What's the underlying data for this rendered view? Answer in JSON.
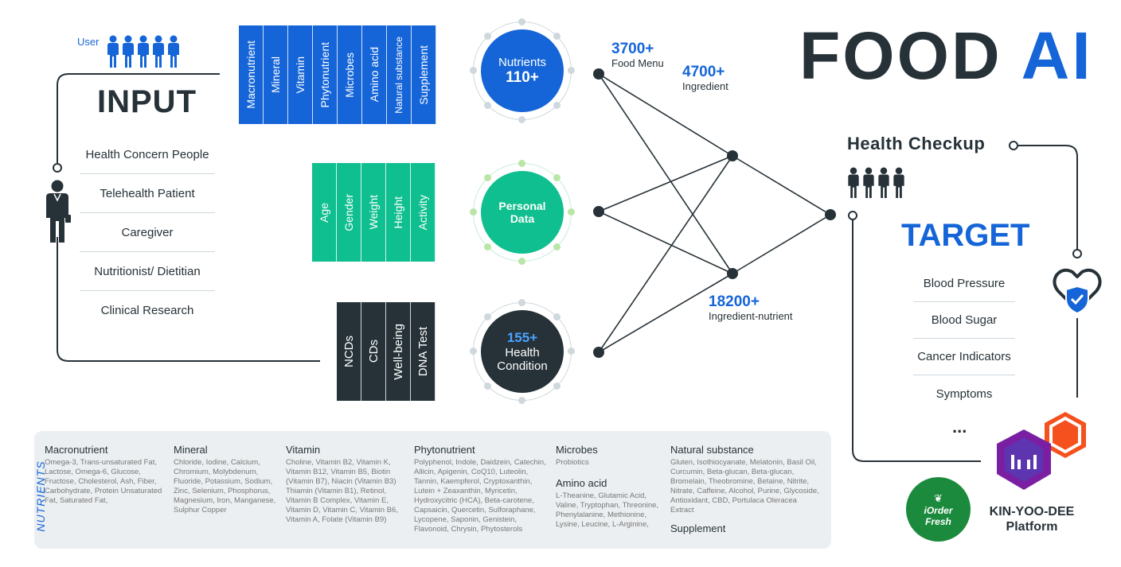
{
  "brand": {
    "title_main": "FOOD",
    "title_accent": "AI",
    "accent_color": "#1565d8",
    "dark_color": "#263238",
    "green_color": "#10bf8f"
  },
  "user_label": "User",
  "input_title": "INPUT",
  "users": [
    "Health Concern People",
    "Telehealth Patient",
    "Caregiver",
    "Nutritionist/ Dietitian",
    "Clinical Research"
  ],
  "nutrient_columns": [
    "Macronutrient",
    "Mineral",
    "Vitamin",
    "Phytonutrient",
    "Microbes",
    "Amino acid",
    "Natural substance",
    "Supplement"
  ],
  "personal_columns": [
    "Age",
    "Gender",
    "Weight",
    "Height",
    "Activity"
  ],
  "condition_columns": [
    "NCDs",
    "CDs",
    "Well-being",
    "DNA Test"
  ],
  "hubs": {
    "nutrients": {
      "line1": "Nutrients",
      "line2": "110+"
    },
    "personal": {
      "line1": "Personal",
      "line2": "Data"
    },
    "health": {
      "num": "155+",
      "line1": "Health",
      "line2": "Condition"
    }
  },
  "stats": [
    {
      "num": "3700+",
      "label": "Food Menu"
    },
    {
      "num": "4700+",
      "label": "Ingredient"
    },
    {
      "num": "18200+",
      "label": "Ingredient-nutrient"
    }
  ],
  "health_checkup": "Health Checkup",
  "target_title": "TARGET",
  "targets": [
    "Blood Pressure",
    "Blood Sugar",
    "Cancer Indicators",
    "Symptoms"
  ],
  "ellipsis": "...",
  "platform": {
    "line1": "KIN-YOO-DEE",
    "line2": "Platform"
  },
  "iorder": {
    "line1": "iOrder",
    "line2": "Fresh"
  },
  "nutrients_side_label": "NUTRIENTS",
  "nutrient_details": [
    {
      "title": "Macronutrient",
      "text": "Omega-3, Trans-unsaturated Fat, Lactose, Omega-6, Glucose, Fructose, Cholesterol, Ash, Fiber, Carbohydrate, Protein Unsaturated Fat, Saturated Fat,"
    },
    {
      "title": "Mineral",
      "text": "Chloride, Iodine, Calcium, Chromium, Molybdenum, Fluoride, Potassium, Sodium, Zinc, Selenium, Phosphorus, Magnesium, Iron, Manganese, Sulphur Copper"
    },
    {
      "title": "Vitamin",
      "text": "Choline, Vitamin B2, Vitamin K, Vitamin B12, Vitamin B5, Biotin (Vitamin B7), Niacin (Vitamin B3) Thiamin (Vitamin B1), Retinol, Vitamin B Complex, Vitamin E, Vitamin D, Vitamin C, Vitamin B6, Vitamin A, Folate (Vitamin B9)"
    },
    {
      "title": "Phytonutrient",
      "text": "Polyphenol, Indole, Daidzein, Catechin, Allicin, Apigenin, CoQ10, Luteolin, Tannin, Kaempferol, Cryptoxanthin, Lutein + Zeaxanthin, Myricetin, Hydroxycitric (HCA), Beta-carotene, Capsaicin, Quercetin, Sulforaphane, Lycopene, Saponin, Genistein, Flavonoid, Chrysin, Phytosterols"
    },
    {
      "title": "Microbes",
      "text": "Probiotics"
    },
    {
      "title": "Amino acid",
      "text": "L-Theanine, Glutamic Acid, Valine, Tryptophan, Threonine, Phenylalanine, Methionine, Lysine, Leucine, L-Arginine,"
    },
    {
      "title": "Natural substance",
      "text": "Gluten, Isothiocyanate, Melatonin, Basil Oil, Curcumin, Beta-glucan, Beta-glucan, Bromelain, Theobromine, Betaine, Nitrite, Nitrate, Caffeine, Alcohol, Purine, Glycoside, Antioxidant, CBD, Portulaca Oleracea Extract"
    },
    {
      "title": "Supplement",
      "text": ""
    }
  ]
}
